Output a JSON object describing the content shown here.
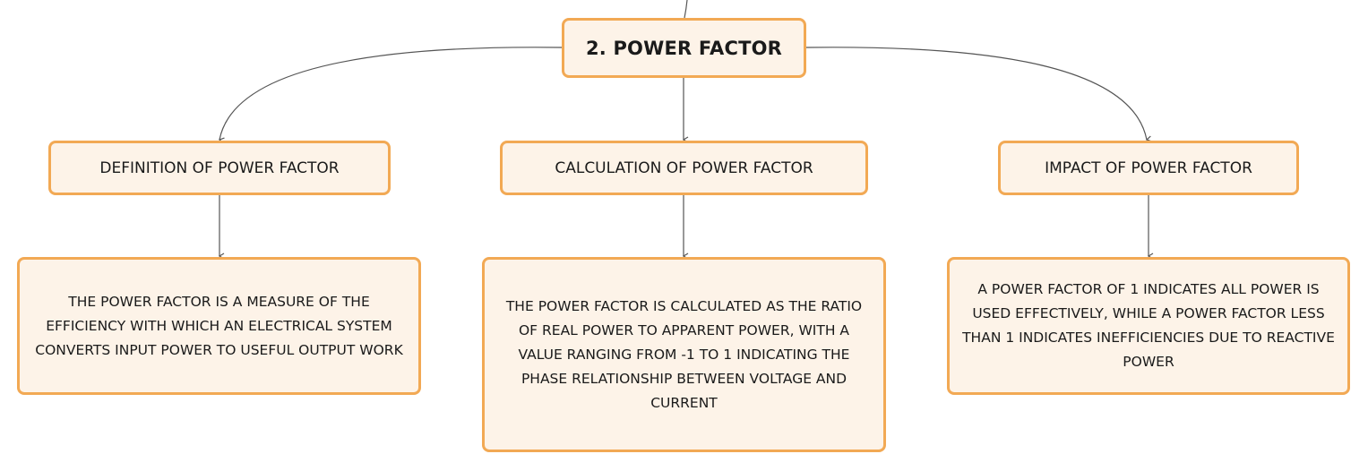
{
  "diagram": {
    "title": "2. POWER FACTOR",
    "branches": [
      {
        "topic": "DEFINITION OF POWER FACTOR",
        "detail": "THE POWER FACTOR IS A MEASURE OF THE EFFICIENCY WITH WHICH AN ELECTRICAL SYSTEM CONVERTS INPUT POWER TO USEFUL OUTPUT WORK"
      },
      {
        "topic": "CALCULATION OF POWER FACTOR",
        "detail": "THE POWER FACTOR IS CALCULATED AS THE RATIO OF REAL POWER TO APPARENT POWER, WITH A VALUE RANGING FROM -1 TO 1 INDICATING THE PHASE RELATIONSHIP BETWEEN VOLTAGE AND CURRENT"
      },
      {
        "topic": "IMPACT OF POWER FACTOR",
        "detail": "A POWER FACTOR OF 1 INDICATES ALL POWER IS USED EFFECTIVELY, WHILE A POWER FACTOR LESS THAN 1 INDICATES INEFFICIENCIES DUE TO REACTIVE POWER"
      }
    ]
  },
  "colors": {
    "node_border": "#f2a954",
    "node_fill": "#fdf3e8",
    "connector": "#555555",
    "text": "#1a1a1a"
  }
}
